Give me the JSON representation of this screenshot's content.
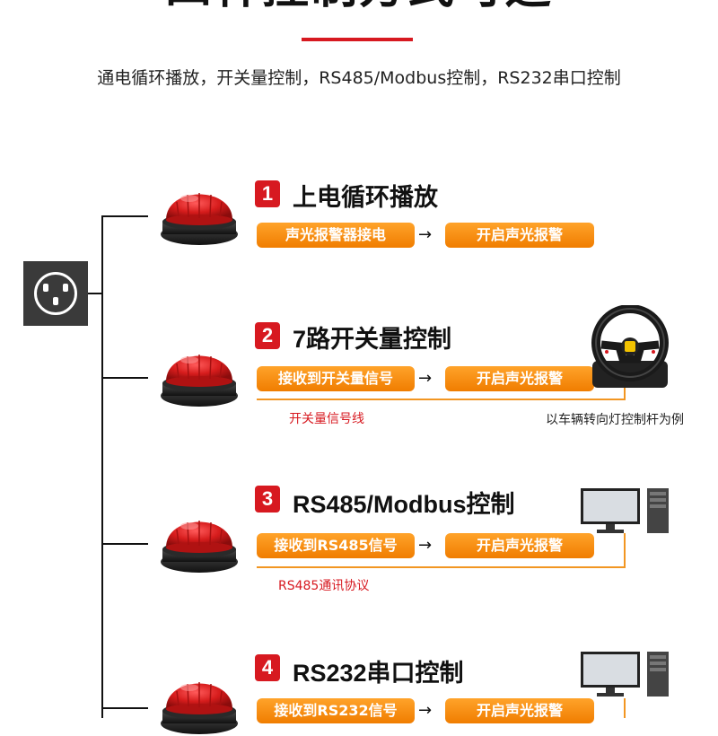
{
  "header": {
    "cut_title": "四种控制方式可选",
    "subtitle": "通电循环播放，开关量控制，RS485/Modbus控制，RS232串口控制"
  },
  "icons": {
    "socket": "power-socket-icon",
    "siren": "red-siren-light-icon",
    "wheel": "steering-wheel-icon",
    "computer": "desktop-computer-icon"
  },
  "colors": {
    "accent_red": "#d71920",
    "pill_orange": "#f28a12",
    "siren_red": "#d61c1c"
  },
  "steps": [
    {
      "num": "1",
      "title": "上电循环播放",
      "from": "声光报警器接电",
      "to": "开启声光报警",
      "note": "",
      "side_note": ""
    },
    {
      "num": "2",
      "title": "7路开关量控制",
      "from": "接收到开关量信号",
      "to": "开启声光报警",
      "note": "开关量信号线",
      "side_note": "以车辆转向灯控制杆为例"
    },
    {
      "num": "3",
      "title": "RS485/Modbus控制",
      "from": "接收到RS485信号",
      "to": "开启声光报警",
      "note": "RS485通讯协议",
      "side_note": ""
    },
    {
      "num": "4",
      "title": "RS232串口控制",
      "from": "接收到RS232信号",
      "to": "开启声光报警",
      "note": "",
      "side_note": ""
    }
  ]
}
